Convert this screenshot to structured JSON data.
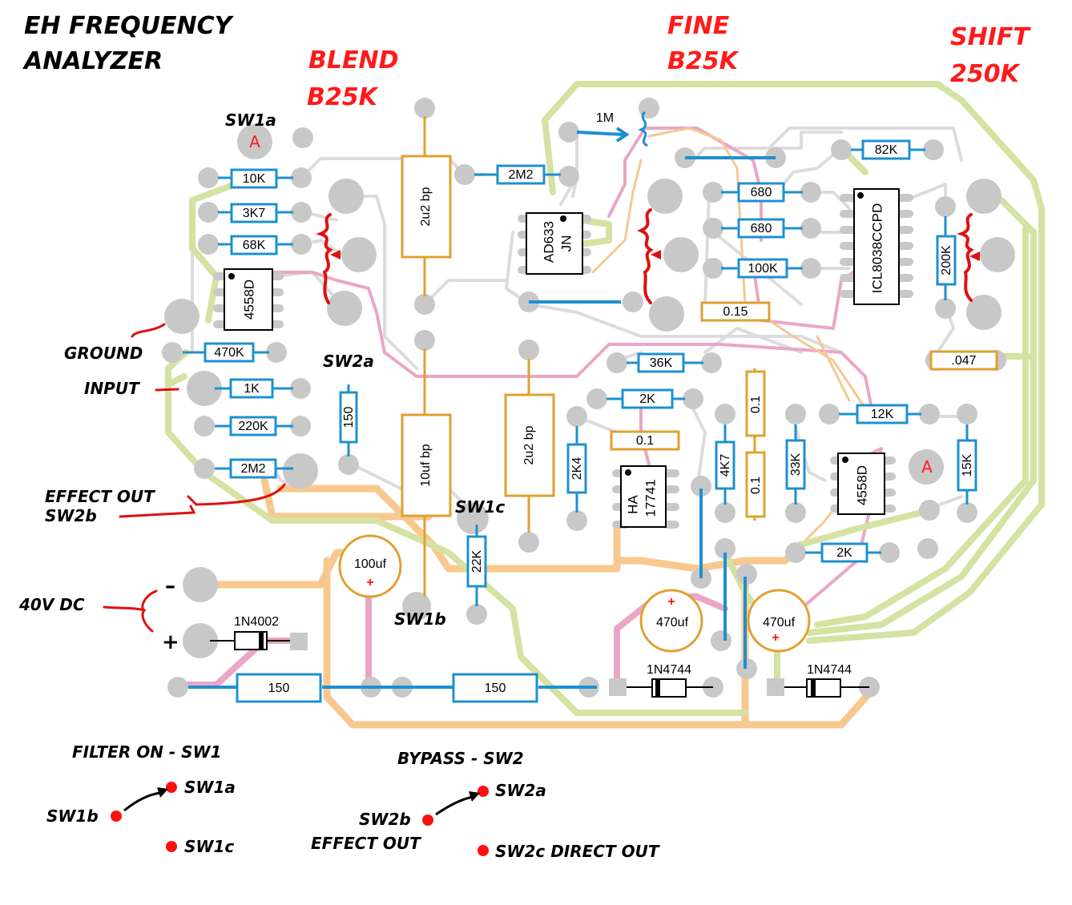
{
  "title": {
    "line1": "EH FREQUENCY",
    "line2": "ANALYZER"
  },
  "pots": {
    "blend": {
      "name": "BLEND",
      "value": "B25K"
    },
    "fine": {
      "name": "FINE",
      "value": "B25K"
    },
    "shift": {
      "name": "SHIFT",
      "value": "250K"
    }
  },
  "io": {
    "ground": "GROUND",
    "input": "INPUT",
    "effect_out": "EFFECT OUT",
    "effect_out_sw": "SW2b",
    "power": "40V DC",
    "minus": "–",
    "plus": "+"
  },
  "switch_pads": {
    "sw1a": "SW1a",
    "sw2a": "SW2a",
    "sw1c": "SW1c",
    "sw1b": "SW1b",
    "pad_a": "A"
  },
  "resistors": {
    "r10k": "10K",
    "r3k7": "3K7",
    "r68k": "68K",
    "r470k": "470K",
    "r1k": "1K",
    "r220k": "220K",
    "r2m2a": "2M2",
    "r150v": "150",
    "r2m2b": "2M2",
    "r1m": "1M",
    "r680a": "680",
    "r680b": "680",
    "r100k": "100K",
    "r82k": "82K",
    "r200k": "200K",
    "r36k": "36K",
    "r2ka": "2K",
    "r2k4": "2K4",
    "r4k7": "4K7",
    "r33k": "33K",
    "r12k": "12K",
    "r15k": "15K",
    "r2kb": "2K",
    "r22k": "22K",
    "r150a": "150",
    "r150b": "150"
  },
  "capacitors": {
    "c2u2a": "2u2 bp",
    "c10u": "10uf bp",
    "c2u2b": "2u2 bp",
    "c015": "0.15",
    "c047": ".047",
    "c01a": "0.1",
    "c01b": "0.1",
    "c01c": "0.1",
    "c100u": "100uf",
    "c470a": "470uf",
    "c470b": "470uf",
    "cplus": "+"
  },
  "ics": {
    "u1": "4558D",
    "u2": "AD633\nJN",
    "u2a": "AD633",
    "u2b": "JN",
    "u3": "ICL8038CCPD",
    "u4a": "HA",
    "u4b": "17741",
    "u5": "4558D"
  },
  "diodes": {
    "d1": "1N4002",
    "d2": "1N4744",
    "d3": "1N4744"
  },
  "legend": {
    "sw1_title": "FILTER ON - SW1",
    "sw1a": "SW1a",
    "sw1b": "SW1b",
    "sw1c": "SW1c",
    "sw2_title": "BYPASS - SW2",
    "sw2a": "SW2a",
    "sw2b": "SW2b",
    "sw2b_desc": "EFFECT OUT",
    "sw2c": "SW2c DIRECT OUT"
  },
  "colors": {
    "resistor": "#1e90d0",
    "capacitor": "#e0a030",
    "pad": "#c8c8c8",
    "trace_grey": "#d8d8d8",
    "trace_pink": "#e8a0c0",
    "trace_orange": "#f8c890",
    "trace_green": "#d0e0a0",
    "annotation": "#ff2020",
    "wire_red": "#e01010"
  }
}
